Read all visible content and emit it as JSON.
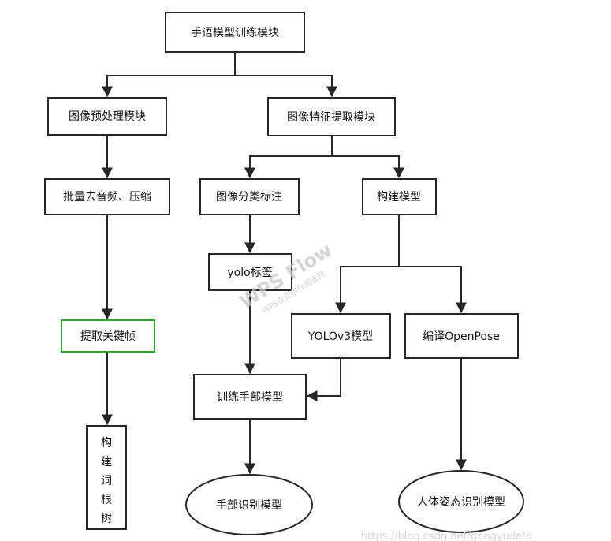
{
  "nodes": {
    "root": "手语模型训练模块",
    "preprocess": "图像预处理模块",
    "feature": "图像特征提取模块",
    "batch": "批量去音频、压缩",
    "classify": "图像分类标注",
    "build_model": "构建模型",
    "yolo_label": "yolo标签",
    "keyframe": "提取关键帧",
    "yolov3": "YOLOv3模型",
    "openpose": "编译OpenPose",
    "train_hand": "训练手部模型",
    "root_words": [
      "构",
      "建",
      "词",
      "根",
      "树"
    ],
    "hand_recog": "手部识别模型",
    "pose_recog": "人体姿态识别模型"
  },
  "watermark": {
    "title": "WPS Flow",
    "subtitle": "WPS仅提供作图支持"
  },
  "footer_url": "https://blog.csdn.net/gongyudefo",
  "colors": {
    "stroke": "#262626",
    "highlight_border": "#2fa32f",
    "background": "#ffffff"
  }
}
